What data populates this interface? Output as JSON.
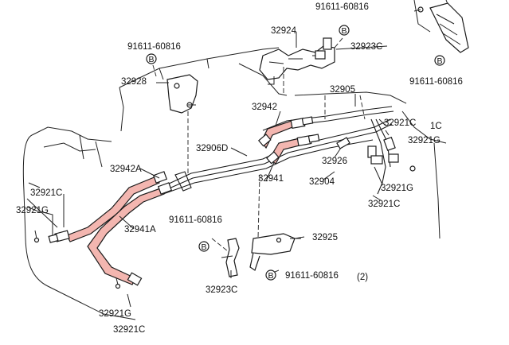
{
  "callouts": {
    "c_91611_top_right_upper": "91611-60816",
    "c_91611_left": "91611-60816",
    "c_91611_right": "91611-60816",
    "c_91611_mid": "91611-60816",
    "c_91611_bottom": "91611-60816",
    "c_32924": "32924",
    "c_32923c_top": "32923C",
    "c_32928": "32928",
    "c_32905": "32905",
    "c_32942": "32942",
    "c_32921c_r1": "32921C",
    "c_1c": "1C",
    "c_32921g_r1": "32921G",
    "c_32906d": "32906D",
    "c_32926": "32926",
    "c_32942a": "32942A",
    "c_32941": "32941",
    "c_32904": "32904",
    "c_32921g_r2": "32921G",
    "c_32921c_l1": "32921C",
    "c_32921c_r2": "32921C",
    "c_32921g_l1": "32921G",
    "c_32941a": "32941A",
    "c_32925": "32925",
    "c_32923c_bottom": "32923C",
    "c_2": "(2)",
    "c_32921g_bottom": "32921G",
    "c_32921c_bottom": "32921C"
  },
  "bolt_mark": "B",
  "colors": {
    "hose_highlight": "#f3b6b0",
    "ink": "#1a1a1a",
    "background": "#ffffff"
  }
}
